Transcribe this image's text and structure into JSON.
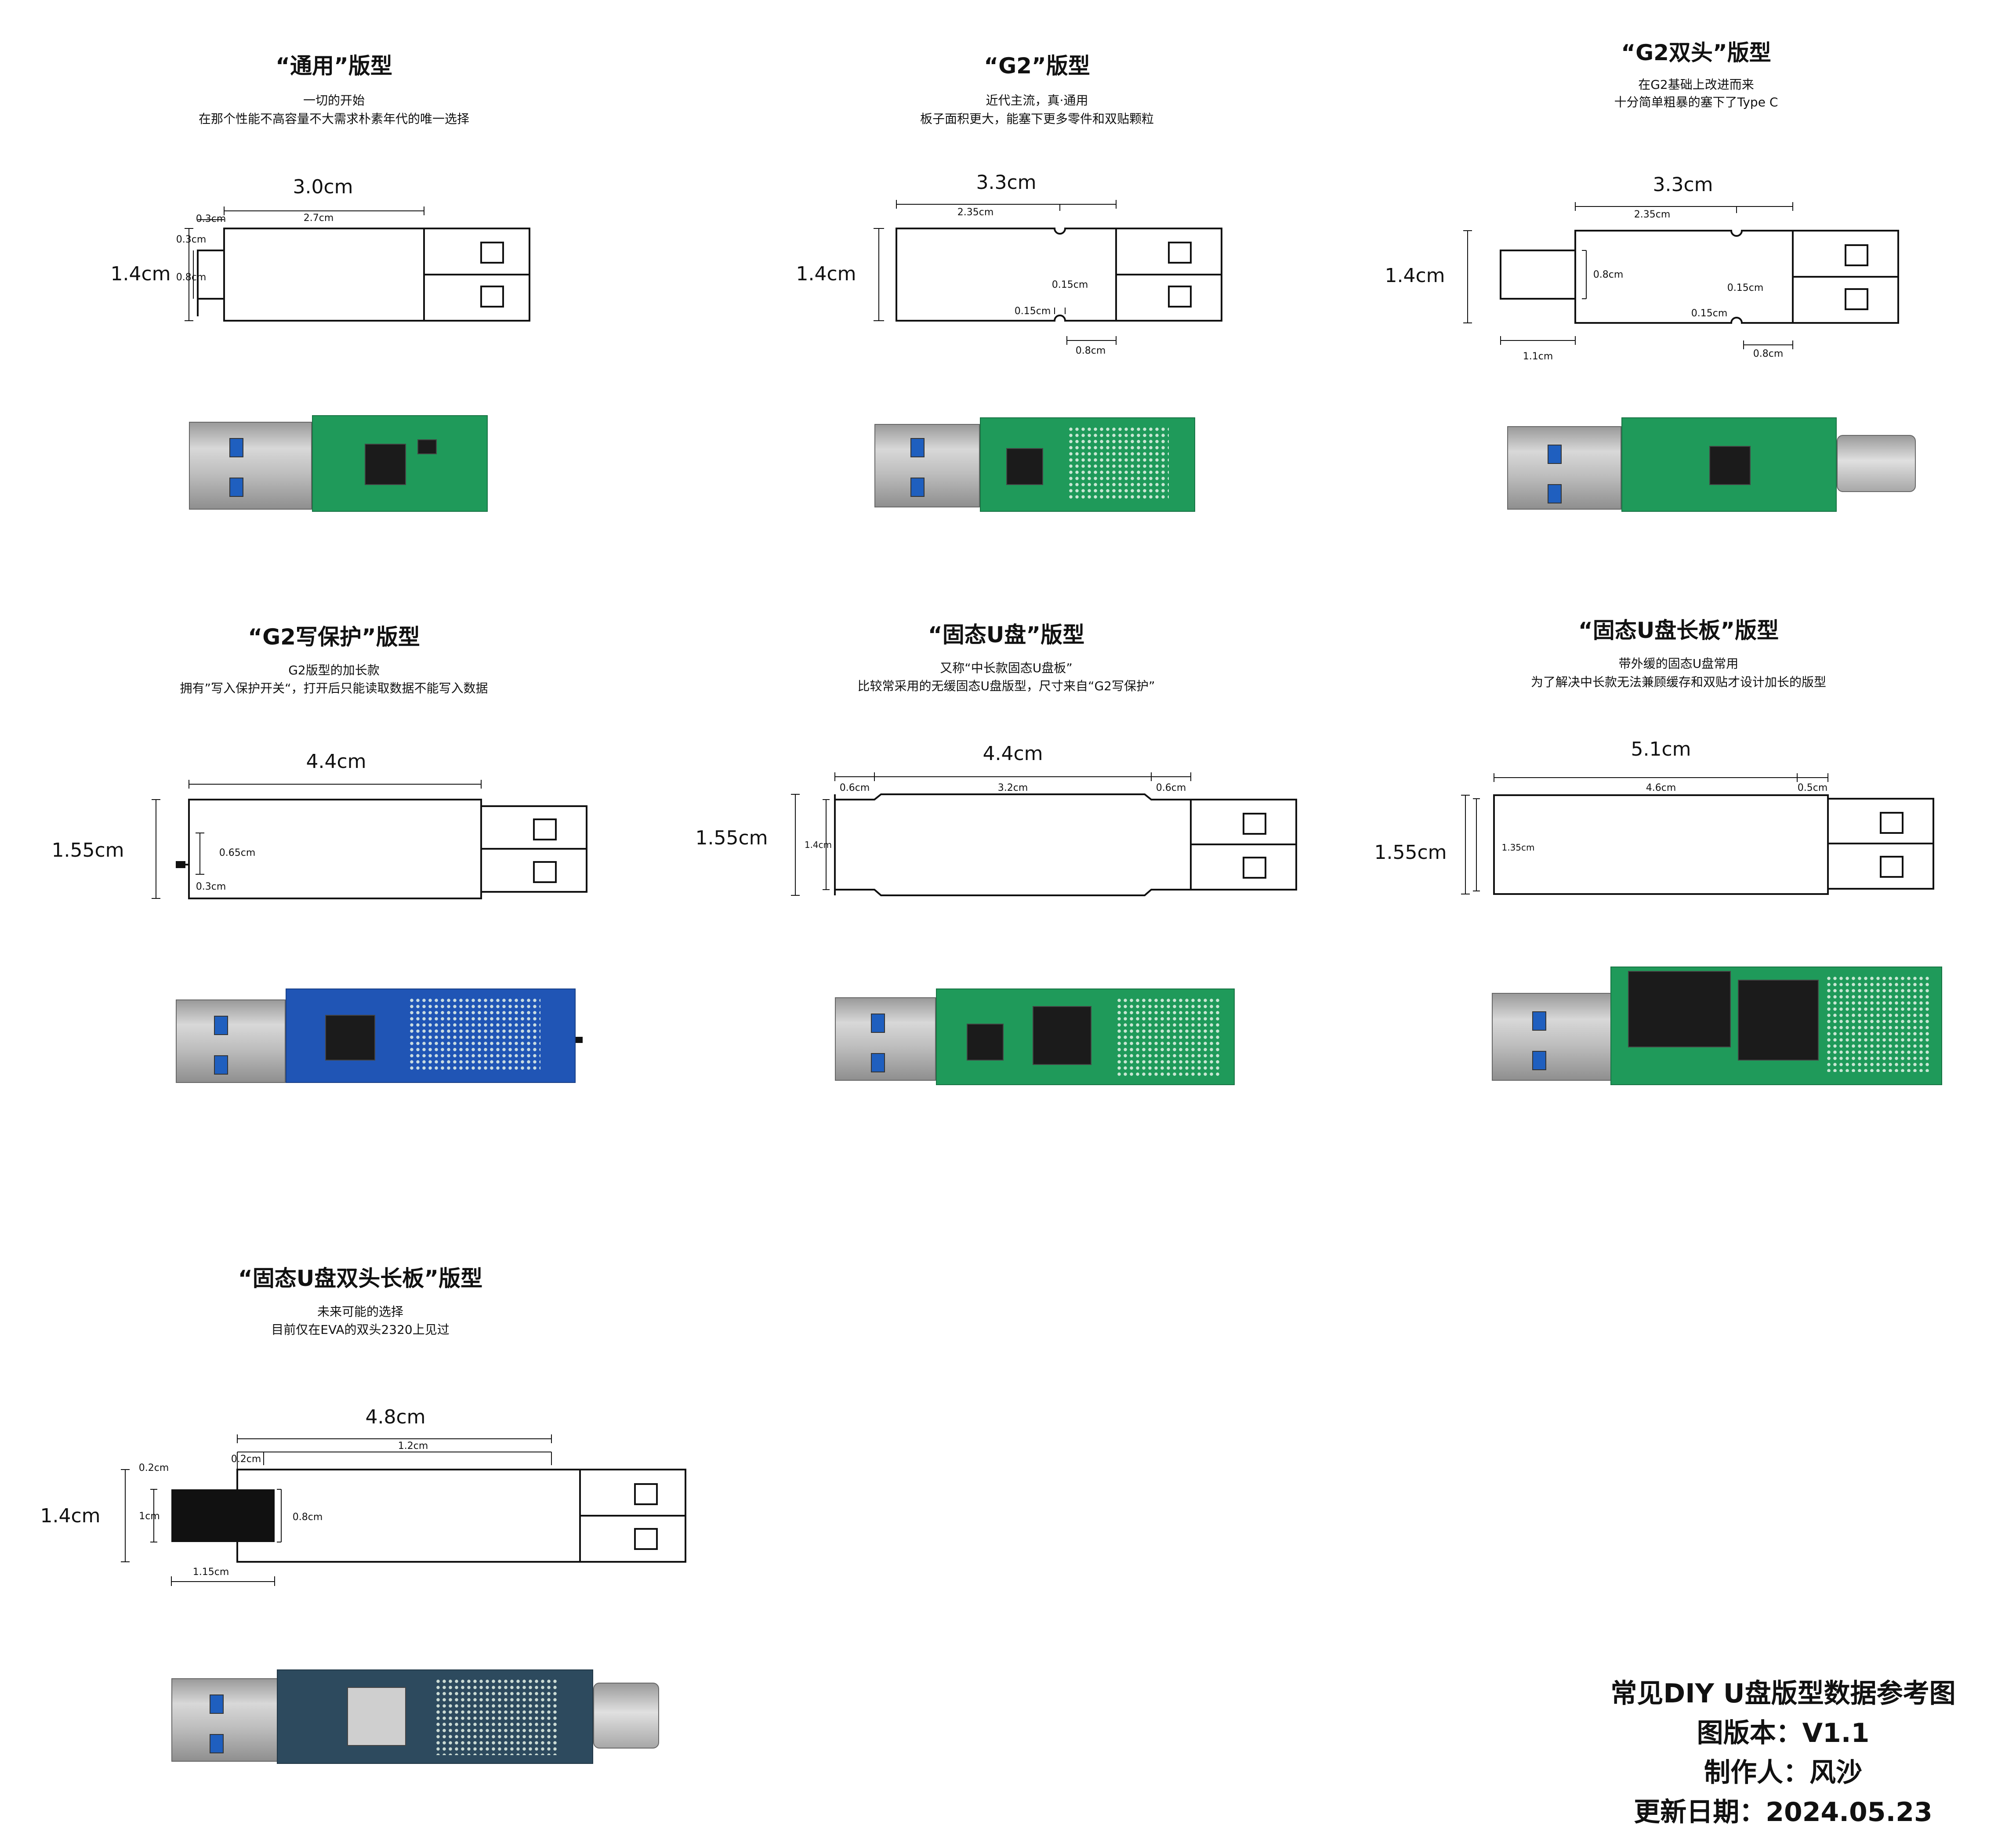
{
  "panels": [
    {
      "id": "tongyong",
      "title": "“通用”版型",
      "desc1": "一切的开始",
      "desc2": "在那个性能不高容量不大需求朴素年代的唯一选择",
      "dims": {
        "total": "3.0cm",
        "height": "1.4cm",
        "notch_w": "0.3cm",
        "pcb_len": "2.7cm",
        "notch_top": "0.3cm",
        "mid": "0.8cm"
      }
    },
    {
      "id": "g2",
      "title": "“G2”版型",
      "desc1": "近代主流，真·通用",
      "desc2": "板子面积更大，能塞下更多零件和双贴颗粒",
      "dims": {
        "total": "3.3cm",
        "height": "1.4cm",
        "pcb_len": "2.35cm",
        "notch_a": "0.15cm",
        "notch_b": "0.15cm",
        "bottom": "0.8cm"
      }
    },
    {
      "id": "g2-dual",
      "title": "“G2双头”版型",
      "desc1": "在G2基础上改进而来",
      "desc2": "十分简单粗暴的塞下了Type C",
      "dims": {
        "total": "3.3cm",
        "height": "1.4cm",
        "pcb_len": "2.35cm",
        "mid": "0.8cm",
        "notch_a": "0.15cm",
        "notch_b": "0.15cm",
        "typec_len": "1.1cm",
        "bottom": "0.8cm"
      }
    },
    {
      "id": "g2-wp",
      "title": "“G2写保护”版型",
      "desc1": "G2版型的加长款",
      "desc2": "拥有”写入保护开关“，打开后只能读取数据不能写入数据",
      "dims": {
        "total": "4.4cm",
        "height": "1.55cm",
        "switch_pos": "0.65cm",
        "switch_off": "0.3cm"
      }
    },
    {
      "id": "ssd",
      "title": "“固态U盘”版型",
      "desc1": "又称“中长款固态U盘板”",
      "desc2": "比较常采用的无缓固态U盘版型，尺寸来自“G2写保护”",
      "dims": {
        "total": "4.4cm",
        "height": "1.55cm",
        "left": "0.6cm",
        "mid": "3.2cm",
        "right": "0.6cm",
        "inner": "1.4cm"
      }
    },
    {
      "id": "ssd-long",
      "title": "“固态U盘长板”版型",
      "desc1": "带外缓的固态U盘常用",
      "desc2": "为了解决中长款无法兼顾缓存和双贴才设计加长的版型",
      "dims": {
        "total": "5.1cm",
        "height": "1.55cm",
        "main": "4.6cm",
        "right": "0.5cm",
        "inner": "1.35cm"
      }
    },
    {
      "id": "ssd-dual-long",
      "title": "“固态U盘双头长板”版型",
      "desc1": "未来可能的选择",
      "desc2": "目前仅在EVA的双头2320上见过",
      "dims": {
        "total": "4.8cm",
        "height": "1.4cm",
        "top_gap": "0.2cm",
        "left_gap": "0.2cm",
        "pcb": "1.2cm",
        "typec_h": "1cm",
        "mid": "0.8cm",
        "typec_len": "1.15cm"
      }
    }
  ],
  "footer": {
    "line1": "常见DIY U盘版型数据参考图",
    "line2": "图版本：V1.1",
    "line3": "制作人：风沙",
    "line4": "更新日期：2024.05.23"
  }
}
